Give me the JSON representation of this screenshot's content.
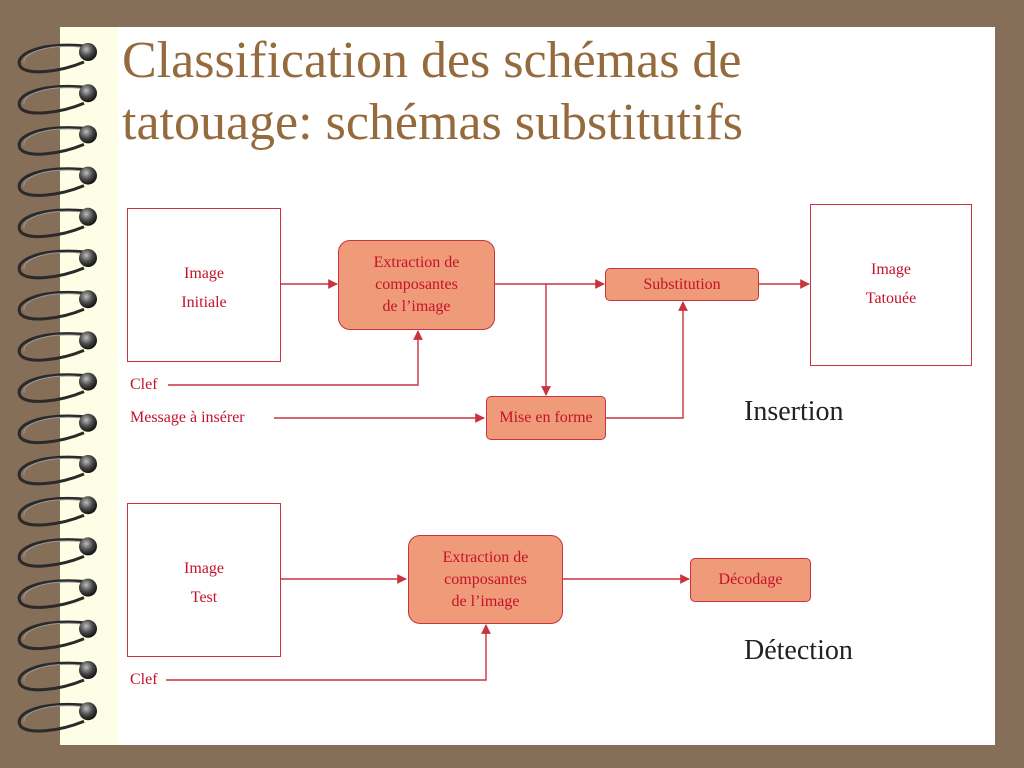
{
  "slide": {
    "title_line1": "Classification des schémas de",
    "title_line2": "tatouage: schémas substitutifs"
  },
  "insertion": {
    "image_initiale": [
      "Image",
      "Initiale"
    ],
    "extraction": [
      "Extraction de",
      "composantes",
      "de l’image"
    ],
    "substitution": "Substitution",
    "image_tatouee": [
      "Image",
      "Tatouée"
    ],
    "mise_en_forme": "Mise en forme",
    "clef": "Clef",
    "message": "Message à insérer",
    "section_label": "Insertion"
  },
  "detection": {
    "image_test": [
      "Image",
      "Test"
    ],
    "extraction": [
      "Extraction de",
      "composantes",
      "de l’image"
    ],
    "decodage": "Décodage",
    "clef": "Clef",
    "section_label": "Détection"
  },
  "colors": {
    "background": "#866f58",
    "title": "#956b3e",
    "box_fill": "#ef9a79",
    "line": "#c9333e",
    "text": "#c4122a"
  }
}
